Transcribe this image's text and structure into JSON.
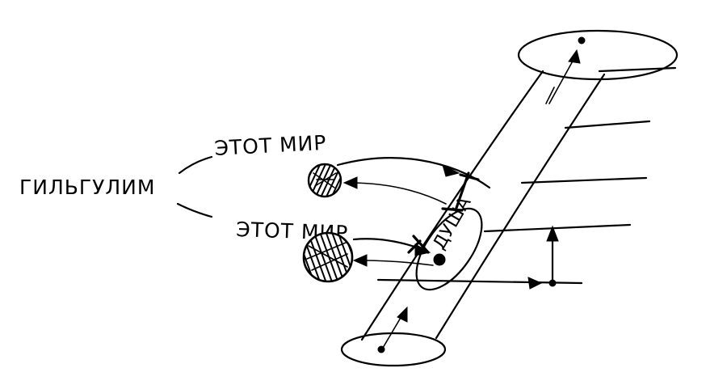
{
  "labels": {
    "gilgulim": "ГИЛЬГУЛИМ",
    "this_world_upper": "ЭТОТ МИР",
    "this_world_lower": "ЭТОТ МИР",
    "soul": "ДУША"
  }
}
